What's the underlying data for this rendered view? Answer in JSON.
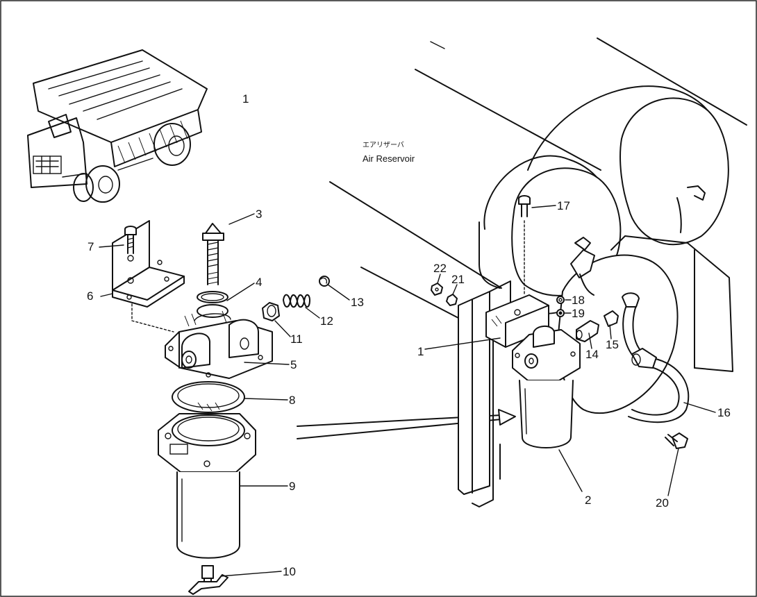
{
  "view_label": "1",
  "air_reservoir": {
    "label_jp": "エアリザーバ",
    "label_en": "Air Reservoir"
  },
  "callouts": [
    {
      "id": "c1",
      "text": "1"
    },
    {
      "id": "c2",
      "text": "2"
    },
    {
      "id": "c3",
      "text": "3"
    },
    {
      "id": "c4",
      "text": "4"
    },
    {
      "id": "c5",
      "text": "5"
    },
    {
      "id": "c6",
      "text": "6"
    },
    {
      "id": "c7",
      "text": "7"
    },
    {
      "id": "c8",
      "text": "8"
    },
    {
      "id": "c9",
      "text": "9"
    },
    {
      "id": "c10",
      "text": "10"
    },
    {
      "id": "c11",
      "text": "11"
    },
    {
      "id": "c12",
      "text": "12"
    },
    {
      "id": "c13",
      "text": "13"
    },
    {
      "id": "c14",
      "text": "14"
    },
    {
      "id": "c15",
      "text": "15"
    },
    {
      "id": "c16",
      "text": "16"
    },
    {
      "id": "c17",
      "text": "17"
    },
    {
      "id": "c18",
      "text": "18"
    },
    {
      "id": "c19",
      "text": "19"
    },
    {
      "id": "c20",
      "text": "20"
    },
    {
      "id": "c21",
      "text": "21"
    },
    {
      "id": "c22",
      "text": "22"
    }
  ]
}
